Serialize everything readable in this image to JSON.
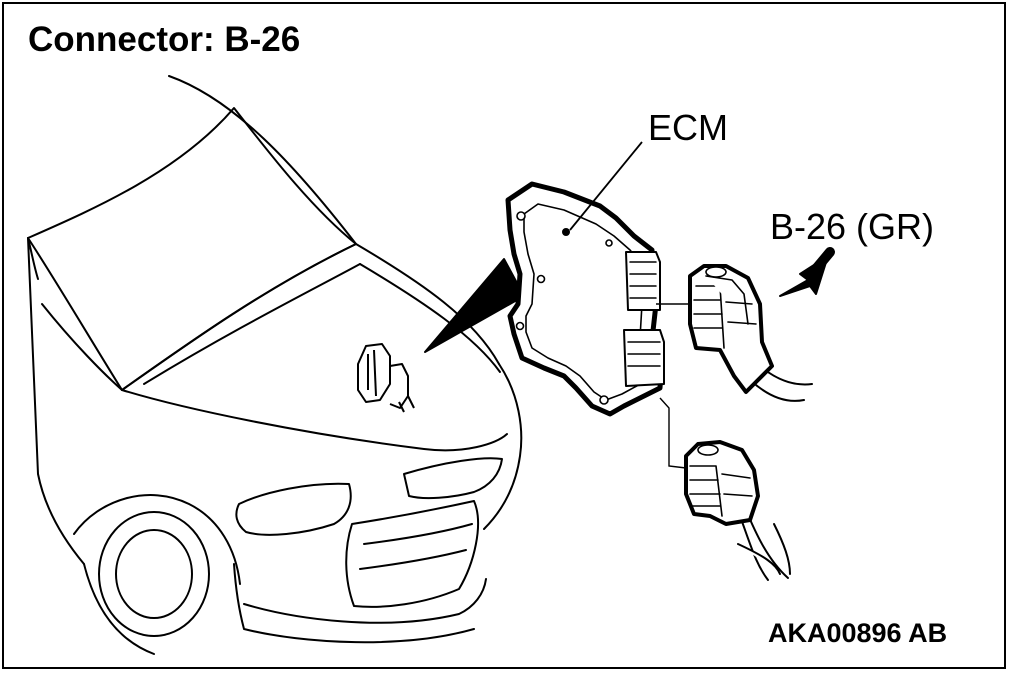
{
  "title": "Connector: B-26",
  "labels": {
    "ecm": "ECM",
    "connector": "B-26 (GR)"
  },
  "figure_code": "AKA00896 AB",
  "icons": {
    "vehicle": "car-front-illustration-icon",
    "ecm": "ecm-module-icon",
    "connector": "wiring-connector-icon",
    "arrow": "arrow-icon"
  },
  "colors": {
    "ink": "#000000",
    "background": "#ffffff"
  }
}
